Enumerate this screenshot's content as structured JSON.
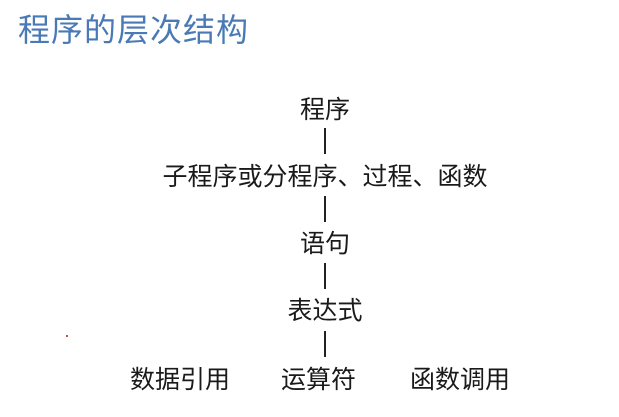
{
  "slide": {
    "title": "程序的层次结构"
  },
  "hierarchy": {
    "levels": [
      "程序",
      "子程序或分程序、过程、函数",
      "语句",
      "表达式"
    ],
    "leaves": [
      "数据引用",
      "运算符",
      "函数调用"
    ]
  }
}
